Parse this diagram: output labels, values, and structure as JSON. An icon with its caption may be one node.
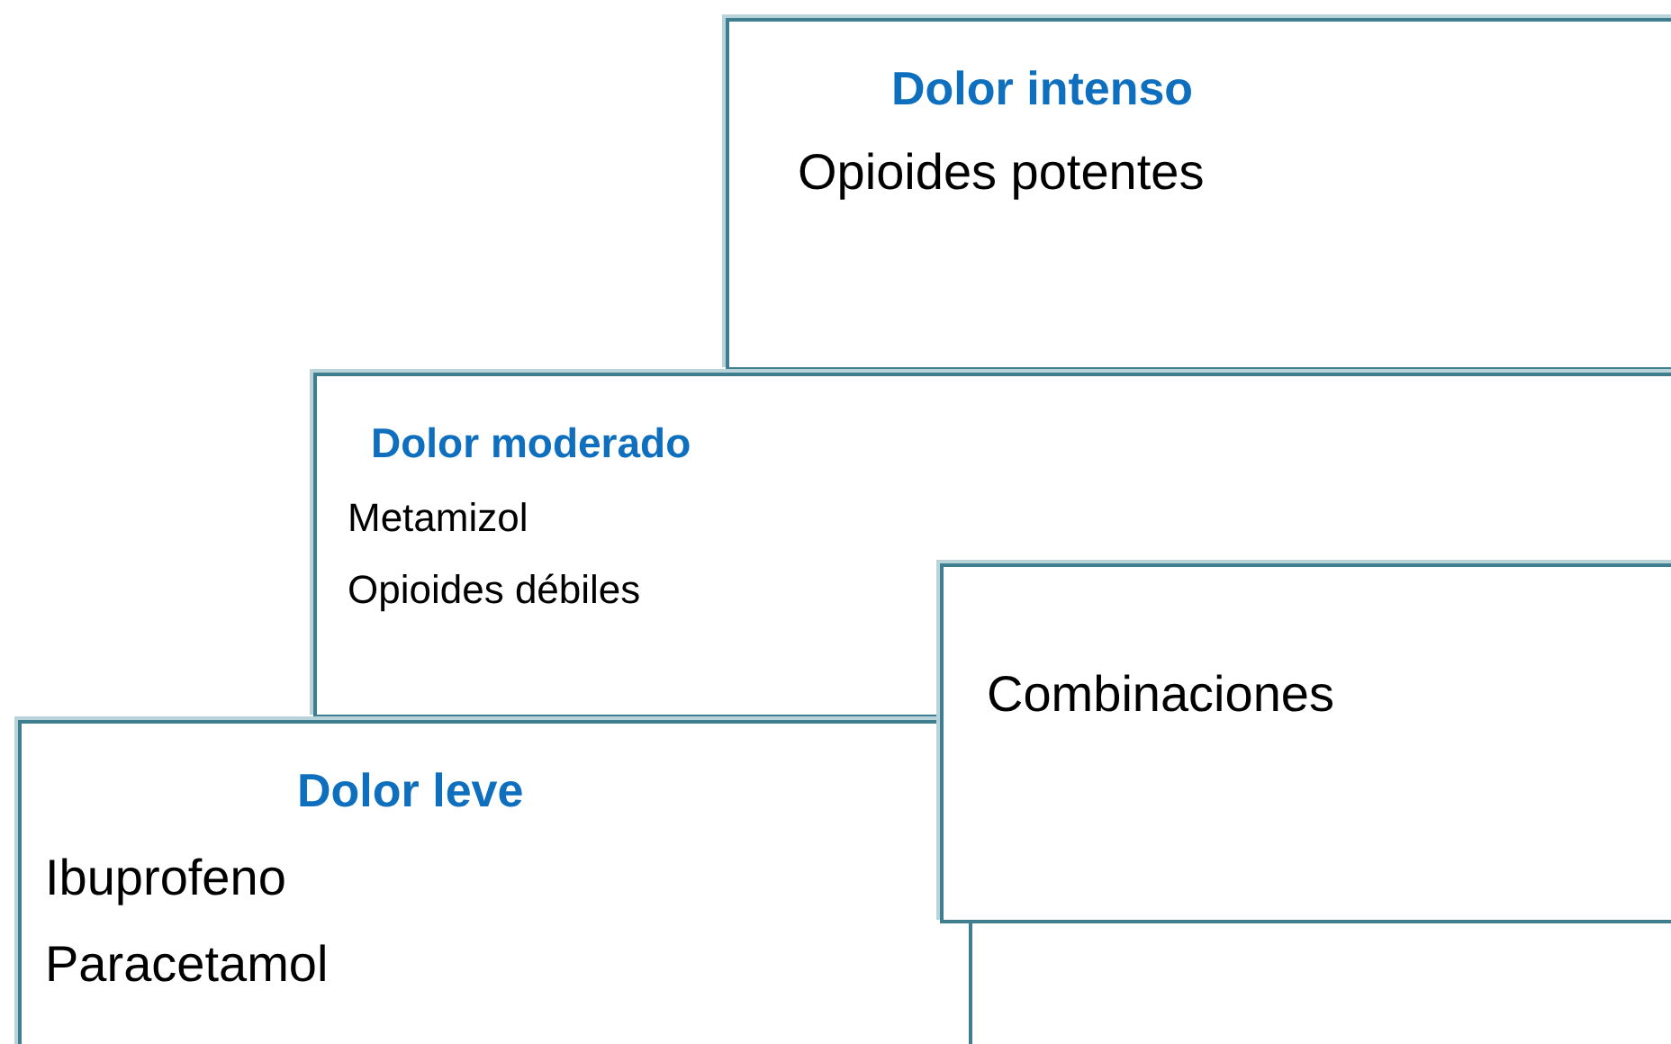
{
  "diagram": {
    "nodes": [
      {
        "text": [
          "Dolor intenso",
          "Opioides potentes"
        ]
      },
      {
        "text": [
          "Dolor moderado",
          "Metamizol",
          "Opioides débiles"
        ]
      },
      {
        "text": [
          "Combinaciones"
        ]
      },
      {
        "text": [
          "Dolor leve",
          "Ibuprofeno",
          "Paracetamol"
        ]
      }
    ]
  }
}
